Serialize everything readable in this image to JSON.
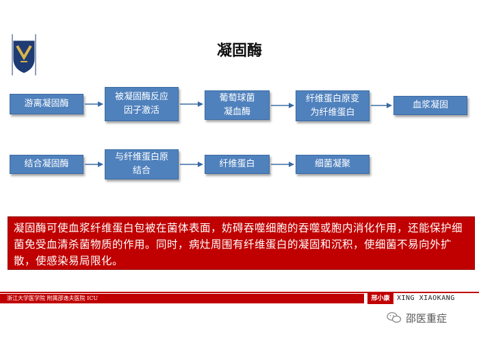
{
  "title": "凝固酶",
  "row1": [
    "游离凝固酶",
    "被凝固酶反应\n因子激活",
    "葡萄球菌\n凝血酶",
    "纤维蛋白原变\n为纤维蛋白",
    "血浆凝固"
  ],
  "row2": [
    "结合凝固酶",
    "与纤维蛋白原\n结合",
    "纤维蛋白",
    "细菌凝聚"
  ],
  "note": "凝固酶可使血浆纤维蛋白包被在菌体表面，妨碍吞噬细胞的吞噬或胞内消化作用，还能保护细菌免受血清杀菌物质的作用。同时，病灶周围有纤维蛋白的凝固和沉积，使细菌不易向外扩散，使感染易局限化。",
  "footer": {
    "institution": "浙江大学医学院 附属邵逸夫医院 ICU",
    "badge": "邢小康",
    "name": "XING XIAOKANG"
  },
  "watermark": "邵医重症",
  "colors": {
    "box_fill": "#4f81bd",
    "arrow": "#3a6aa3",
    "note_fill": "#c00000",
    "footer_red": "#c00000"
  }
}
